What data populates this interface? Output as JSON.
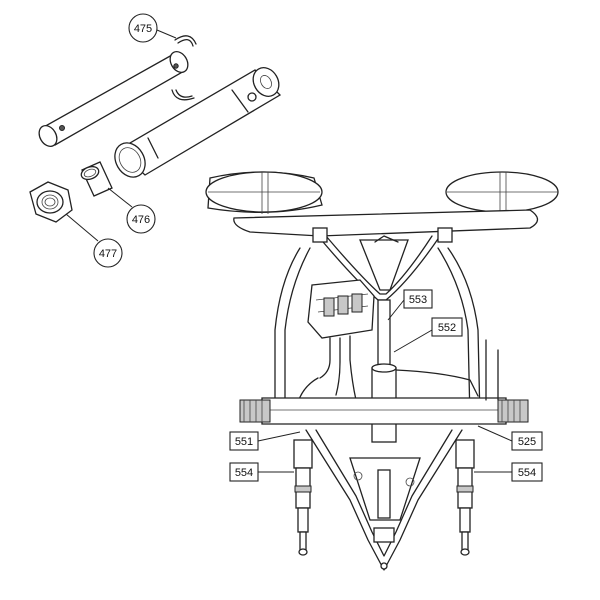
{
  "callouts": {
    "c475": "475",
    "c476": "476",
    "c477": "477",
    "c553": "553",
    "c552": "552",
    "c551": "551",
    "c525": "525",
    "c554_left": "554",
    "c554_right": "554"
  }
}
